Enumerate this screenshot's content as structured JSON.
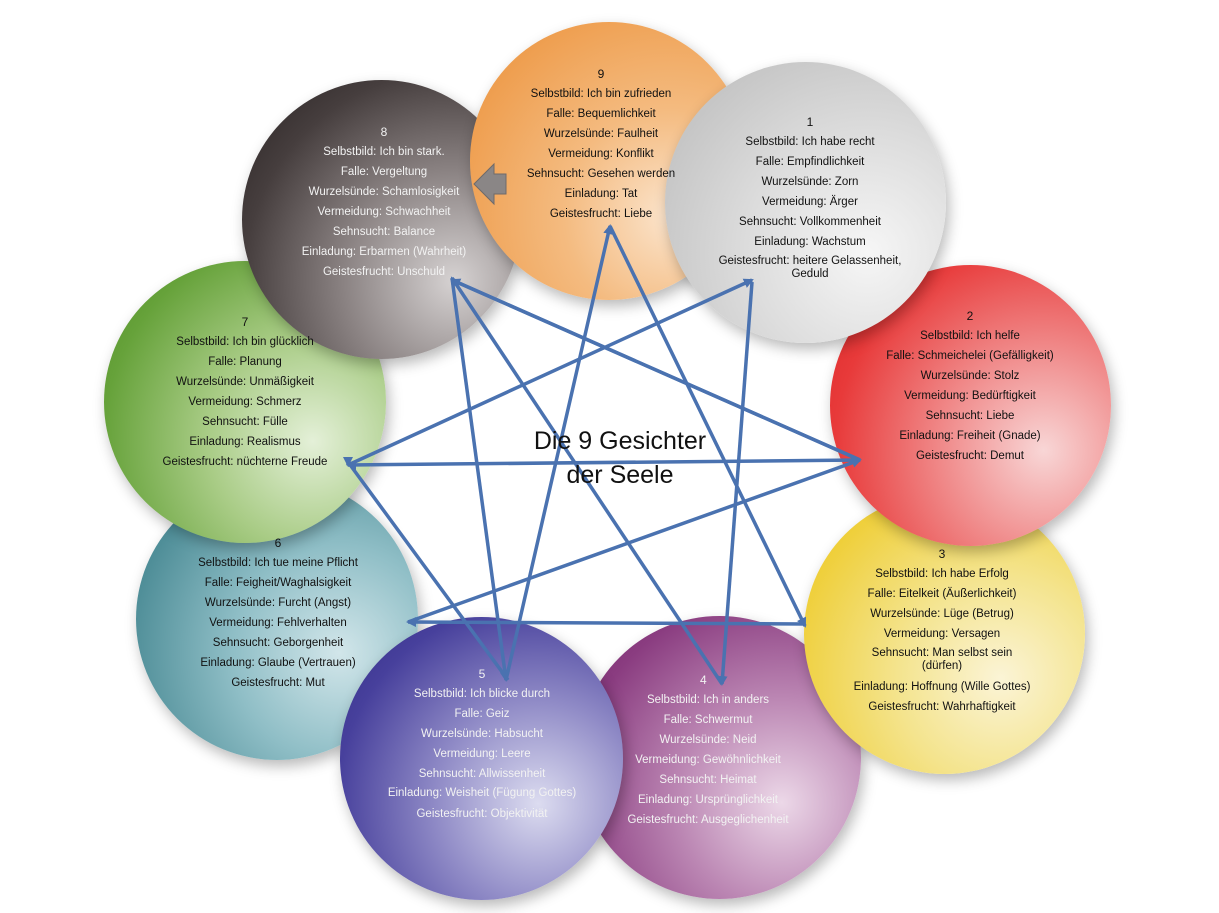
{
  "title": [
    "Die 9 Gesichter",
    "der Seele"
  ],
  "circles": [
    {
      "num": "1",
      "lines": [
        "Selbstbild: Ich habe recht",
        "Falle: Empfindlichkeit",
        "Wurzelsünde: Zorn",
        "Vermeidung: Ärger",
        "Sehnsucht: Vollkommenheit",
        "Einladung: Wachstum",
        "Geistesfrucht: heitere Gelassenheit, Geduld"
      ]
    },
    {
      "num": "2",
      "lines": [
        "Selbstbild: Ich helfe",
        "Falle: Schmeichelei (Gefälligkeit)",
        "Wurzelsünde: Stolz",
        "Vermeidung: Bedürftigkeit",
        "Sehnsucht: Liebe",
        "Einladung: Freiheit (Gnade)",
        "Geistesfrucht: Demut"
      ]
    },
    {
      "num": "3",
      "lines": [
        "Selbstbild: Ich habe Erfolg",
        "Falle: Eitelkeit (Äußerlichkeit)",
        "Wurzelsünde: Lüge (Betrug)",
        "Vermeidung: Versagen",
        "Sehnsucht: Man selbst sein (dürfen)",
        "Einladung: Hoffnung (Wille Gottes)",
        "Geistesfrucht: Wahrhaftigkeit"
      ]
    },
    {
      "num": "4",
      "lines": [
        "Selbstbild: Ich in anders",
        "Falle: Schwermut",
        "Wurzelsünde: Neid",
        "Vermeidung: Gewöhnlichkeit",
        "Sehnsucht: Heimat",
        "Einladung: Ursprünglichkeit",
        "Geistesfrucht: Ausgeglichenheit"
      ]
    },
    {
      "num": "5",
      "lines": [
        "Selbstbild: Ich blicke durch",
        "Falle: Geiz",
        "Wurzelsünde: Habsucht",
        "Vermeidung: Leere",
        "Sehnsucht: Allwissenheit",
        "Einladung: Weisheit (Fügung Gottes)",
        "Geistesfrucht: Objektivität"
      ]
    },
    {
      "num": "6",
      "lines": [
        "Selbstbild: Ich tue meine Pflicht",
        "Falle: Feigheit/Waghalsigkeit",
        "Wurzelsünde: Furcht (Angst)",
        "Vermeidung: Fehlverhalten",
        "Sehnsucht: Geborgenheit",
        "Einladung: Glaube (Vertrauen)",
        "Geistesfrucht: Mut"
      ]
    },
    {
      "num": "7",
      "lines": [
        "Selbstbild: Ich bin glücklich",
        "Falle: Planung",
        "Wurzelsünde: Unmäßigkeit",
        "Vermeidung: Schmerz",
        "Sehnsucht: Fülle",
        "Einladung: Realismus",
        "Geistesfrucht: nüchterne Freude"
      ]
    },
    {
      "num": "8",
      "lines": [
        "Selbstbild: Ich bin stark.",
        "Falle: Vergeltung",
        "Wurzelsünde: Schamlosigkeit",
        "Vermeidung: Schwachheit",
        "Sehnsucht: Balance",
        "Einladung: Erbarmen (Wahrheit)",
        "Geistesfrucht: Unschuld"
      ]
    },
    {
      "num": "9",
      "lines": [
        "Selbstbild: Ich bin zufrieden",
        "Falle: Bequemlichkeit",
        "Wurzelsünde: Faulheit",
        "Vermeidung: Konflikt",
        "Sehnsucht: Gesehen werden",
        "Einladung: Tat",
        "Geistesfrucht: Liebe"
      ]
    }
  ],
  "colors": {
    "arrow": "#4a72b0",
    "c1": "#dcdcdc",
    "c2": "#ec3a3a",
    "c3": "#efcf3a",
    "c4": "#8a3c80",
    "c5": "#40399a",
    "c6": "#4f8e98",
    "c7": "#5e9a30",
    "c8": "#3a3434",
    "c9": "#efa254"
  }
}
